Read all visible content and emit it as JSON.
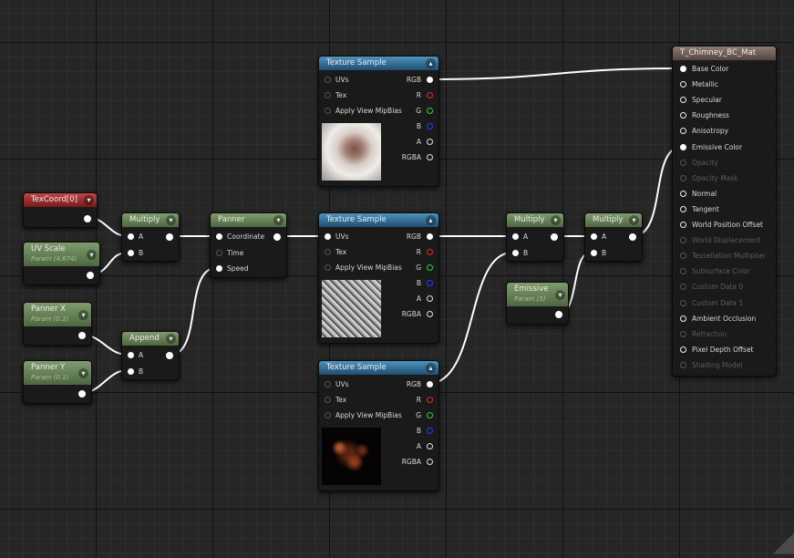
{
  "nodes": {
    "tex1": {
      "title": "Texture Sample",
      "inputs": [
        "UVs",
        "Tex",
        "Apply View MipBias"
      ],
      "outputs": [
        "RGB",
        "R",
        "G",
        "B",
        "A",
        "RGBA"
      ]
    },
    "tex2": {
      "title": "Texture Sample",
      "inputs": [
        "UVs",
        "Tex",
        "Apply View MipBias"
      ],
      "outputs": [
        "RGB",
        "R",
        "G",
        "B",
        "A",
        "RGBA"
      ]
    },
    "tex3": {
      "title": "Texture Sample",
      "inputs": [
        "UVs",
        "Tex",
        "Apply View MipBias"
      ],
      "outputs": [
        "RGB",
        "R",
        "G",
        "B",
        "A",
        "RGBA"
      ]
    },
    "texcoord": {
      "title": "TexCoord[0]"
    },
    "uvscale": {
      "title": "UV Scale",
      "sub": "Param (4.674)"
    },
    "pannerx": {
      "title": "Panner X",
      "sub": "Param (0.2)"
    },
    "pannery": {
      "title": "Panner Y",
      "sub": "Param (0.1)"
    },
    "multiply1": {
      "title": "Multiply",
      "inputs": [
        "A",
        "B"
      ]
    },
    "append": {
      "title": "Append",
      "inputs": [
        "A",
        "B"
      ]
    },
    "panner": {
      "title": "Panner",
      "inputs": [
        "Coordinate",
        "Time",
        "Speed"
      ]
    },
    "multiply2": {
      "title": "Multiply",
      "inputs": [
        "A",
        "B"
      ]
    },
    "multiply3": {
      "title": "Multiply",
      "inputs": [
        "A",
        "B"
      ]
    },
    "emissive": {
      "title": "Emissive",
      "sub": "Param (5)"
    },
    "material": {
      "title": "T_Chimney_BC_Mat",
      "pins": [
        "Base Color",
        "Metallic",
        "Specular",
        "Roughness",
        "Anisotropy",
        "Emissive Color",
        "Opacity",
        "Opacity Mask",
        "Normal",
        "Tangent",
        "World Position Offset",
        "World Displacement",
        "Tessellation Multiplier",
        "Subsurface Color",
        "Custom Data 0",
        "Custom Data 1",
        "Ambient Occlusion",
        "Refraction",
        "Pixel Depth Offset",
        "Shading Model"
      ],
      "enabled": [
        true,
        true,
        true,
        true,
        true,
        true,
        false,
        false,
        true,
        true,
        true,
        false,
        false,
        false,
        false,
        false,
        true,
        false,
        true,
        false
      ]
    }
  },
  "icons": {
    "collapse": "chevron-down-icon"
  },
  "colors": {
    "wire": "#ffffff",
    "param_header": "#5f8a4a",
    "texture_header": "#2a6a96",
    "constant_header": "#a42a2a",
    "result_header": "#6b5b55"
  }
}
